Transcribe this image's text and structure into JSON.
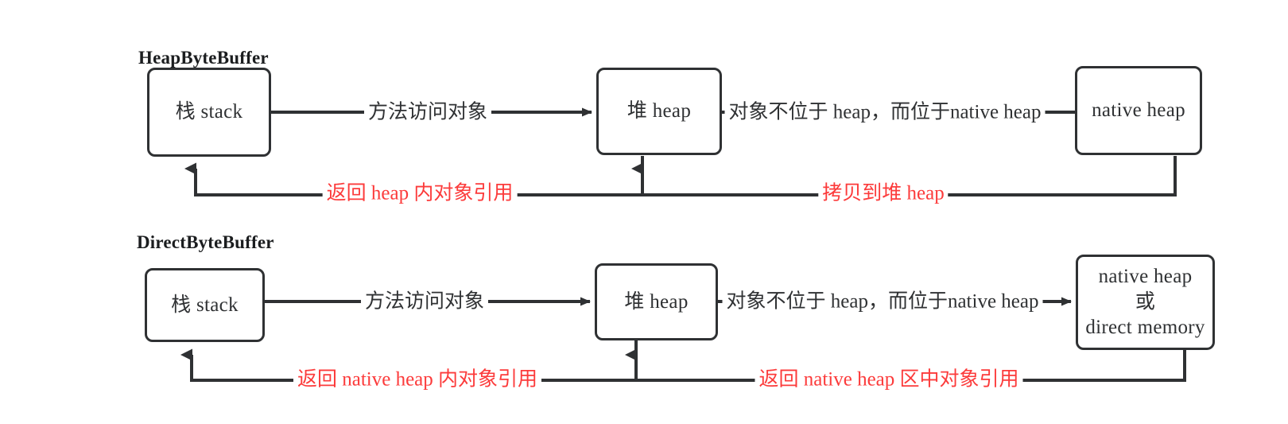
{
  "diagram": {
    "title_row1": "HeapByteBuffer",
    "title_row2": "DirectByteBuffer",
    "colors": {
      "stroke": "#2f3133",
      "red": "#fc3b3b",
      "background": "#ffffff"
    }
  },
  "row1": {
    "label": "HeapByteBuffer",
    "nodes": {
      "stack": "栈 stack",
      "heap": "堆 heap",
      "native": "native heap"
    },
    "edges": {
      "stack_to_heap": "方法访问对象",
      "heap_to_native": "对象不位于 heap，而位于native heap",
      "heap_to_stack_return": "返回 heap 内对象引用",
      "native_to_heap_copy": "拷贝到堆 heap"
    }
  },
  "row2": {
    "label": "DirectByteBuffer",
    "nodes": {
      "stack": "栈 stack",
      "heap": "堆 heap",
      "native_line1": "native heap",
      "native_line2": "或",
      "native_line3": "direct memory"
    },
    "edges": {
      "stack_to_heap": "方法访问对象",
      "heap_to_native": "对象不位于 heap，而位于native heap",
      "heap_to_stack_return": "返回 native heap 内对象引用",
      "native_to_heap_return": "返回 native heap 区中对象引用"
    }
  }
}
